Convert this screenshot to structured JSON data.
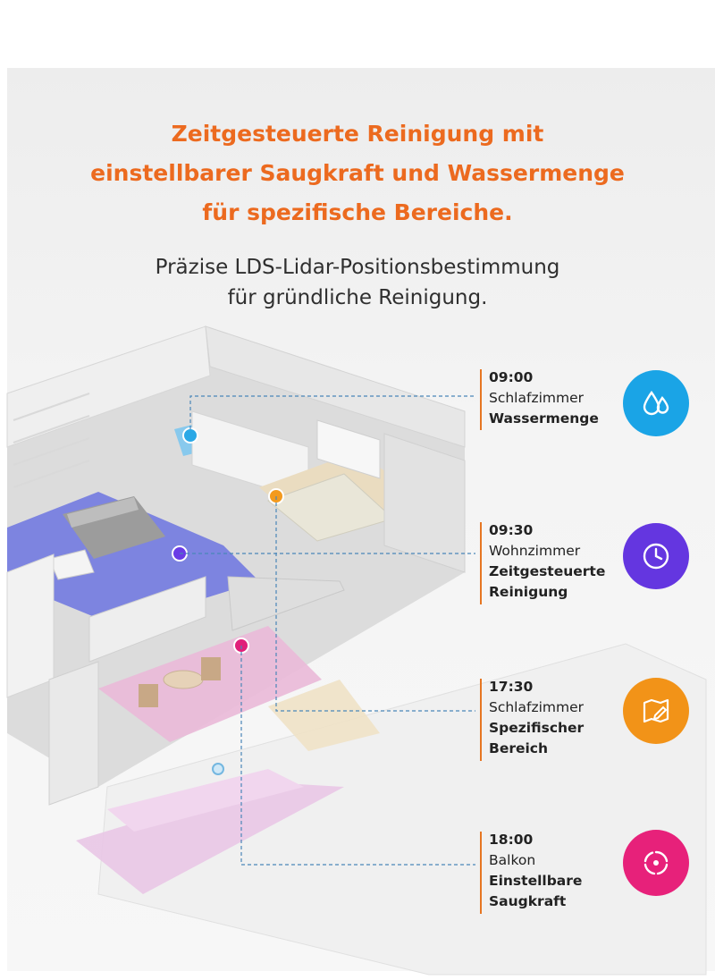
{
  "headline": {
    "line1": "Zeitgesteuerte Reinigung mit",
    "line2": "einstellbarer Saugkraft und Wassermenge",
    "line3": "für spezifische Bereiche."
  },
  "subheadline": {
    "line1": "Präzise LDS-Lidar-Positionsbestimmung",
    "line2": "für gründliche Reinigung."
  },
  "schedule": [
    {
      "time": "09:00",
      "room": "Schlafzimmer",
      "feature": "Wassermenge",
      "icon": "water-drops-icon",
      "color": "#1aa4e6"
    },
    {
      "time": "09:30",
      "room": "Wohnzimmer",
      "feature": "Zeitgesteuerte Reinigung",
      "icon": "clock-icon",
      "color": "#6436e0"
    },
    {
      "time": "17:30",
      "room": "Schlafzimmer",
      "feature": "Spezifischer Bereich",
      "icon": "map-edit-icon",
      "color": "#f29318"
    },
    {
      "time": "18:00",
      "room": "Balkon",
      "feature": "Einstellbare Saugkraft",
      "icon": "suction-swirl-icon",
      "color": "#e7217a"
    }
  ],
  "colors": {
    "headline": "#ec6a1f",
    "accent_bar": "#e67622",
    "leader_line": "#4a86b8"
  }
}
